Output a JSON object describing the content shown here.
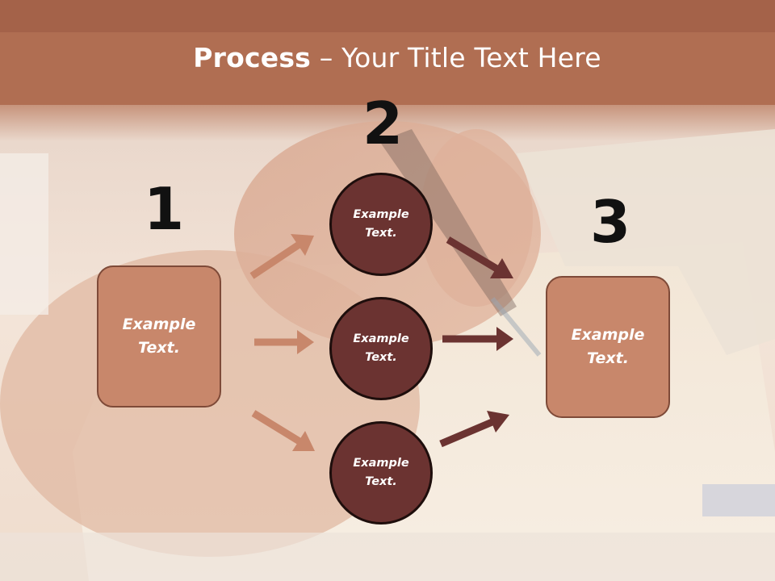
{
  "title": {
    "bold": "Process",
    "rest": " – Your Title Text Here"
  },
  "steps": [
    {
      "number": "1",
      "text": "Example\nText."
    },
    {
      "number": "2"
    },
    {
      "number": "3",
      "text": "Example\nText."
    }
  ],
  "circles": [
    {
      "text": "Example\nText."
    },
    {
      "text": "Example\nText."
    },
    {
      "text": "Example\nText."
    }
  ],
  "colors": {
    "header": "#b77558",
    "box_fill": "#c8876b",
    "box_border": "#7e4a38",
    "circle_fill": "#6b3331",
    "circle_border": "#1e0e0c",
    "arrow_light": "#c8876b",
    "arrow_dark": "#6b3331"
  }
}
